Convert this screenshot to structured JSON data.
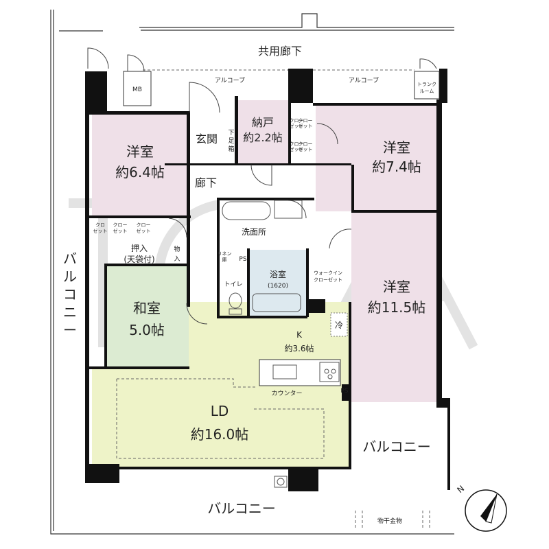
{
  "rooms": {
    "western_a": {
      "name": "洋室",
      "size": "約6.4帖"
    },
    "western_b": {
      "name": "洋室",
      "size": "約7.4帖"
    },
    "western_c": {
      "name": "洋室",
      "size": "約11.5帖"
    },
    "storage": {
      "name": "納戸",
      "size": "約2.2帖"
    },
    "japanese": {
      "name": "和室",
      "size": "5.0帖"
    },
    "ld": {
      "name": "LD",
      "size": "約16.0帖"
    },
    "kitchen": {
      "name": "K",
      "size": "約3.6帖"
    },
    "bath": {
      "name": "浴室",
      "size": "(1620)"
    }
  },
  "labels": {
    "corridor_shared": "共用廊下",
    "alcove": "アルコーブ",
    "trunk_room": [
      "トランク",
      "ルーム"
    ],
    "mb": "MB",
    "entrance": "玄関",
    "shoe_box": [
      "下",
      "足",
      "箱"
    ],
    "hallway": "廊下",
    "washroom": "洗面所",
    "closet": [
      "クロー",
      "ゼット"
    ],
    "closet_small": [
      "クロ",
      "ゼット"
    ],
    "oshiire": [
      "押入",
      "(天袋付)"
    ],
    "mono": [
      "物",
      "入"
    ],
    "linen": [
      "リネン",
      "庫"
    ],
    "ps": "PS",
    "toilet": "トイレ",
    "walk_in": [
      "ウォークイン",
      "クローゼット"
    ],
    "fridge": "冷",
    "counter": "カウンター",
    "balcony": "バルコニー",
    "balcony_vertical": [
      "バ",
      "ル",
      "コ",
      "ニ",
      "ー"
    ],
    "laundry": "物干金物",
    "north": "N"
  },
  "watermark": "TOA",
  "colors": {
    "western": "#efe0e8",
    "japanese": "#dcebd2",
    "living": "#eef3c8",
    "bath": "#dde9ef",
    "walls": "#111111"
  }
}
